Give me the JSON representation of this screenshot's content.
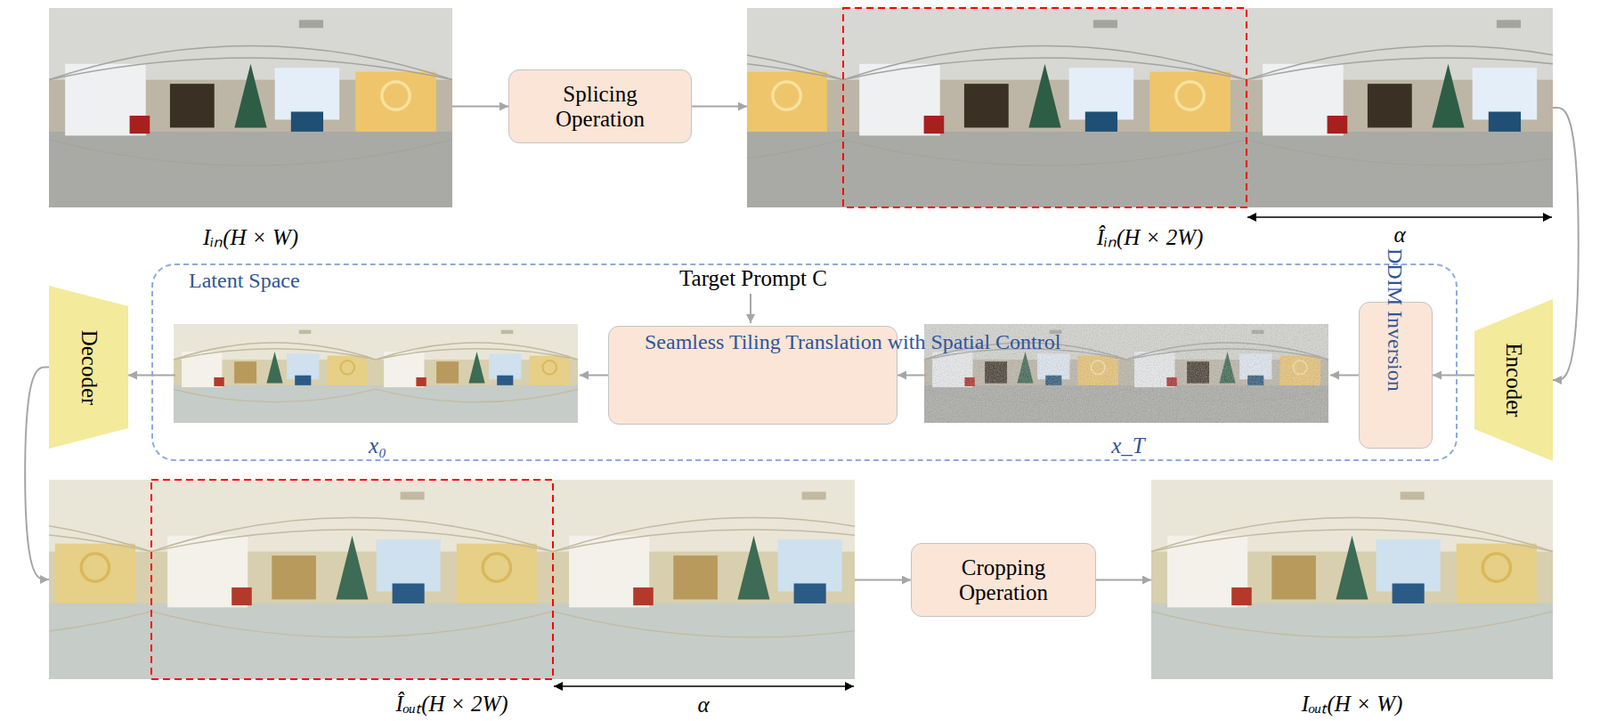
{
  "diagram": {
    "nodes": [
      {
        "text": [
          "Iᵢₙ(H × W)"
        ]
      },
      {
        "text": [
          "Splicing Operation"
        ]
      },
      {
        "text": [
          "Îᵢₙ(H × 2W)"
        ]
      },
      {
        "text": [
          "Decoder"
        ]
      },
      {
        "text": [
          "Latent Space"
        ]
      },
      {
        "text": [
          "x₀"
        ],
        "in": 4
      },
      {
        "text": [
          "Seamless Tiling Translation with Spatial Control"
        ],
        "in": 4
      },
      {
        "text": [
          "x_T"
        ],
        "in": 4
      },
      {
        "text": [
          "DDIM Inversion"
        ],
        "in": 4
      },
      {
        "text": [
          "Encoder"
        ]
      },
      {
        "text": [
          "Îₒᵤₜ(H × 2W)"
        ]
      },
      {
        "text": [
          "Cropping Operation"
        ]
      },
      {
        "text": [
          "Iₒᵤₜ(H × W)"
        ]
      }
    ],
    "edges": [
      {
        "from": 0,
        "to": 1,
        "arrow": "to"
      },
      {
        "from": 1,
        "to": 2,
        "arrow": "to"
      },
      {
        "from": 2,
        "to": 9,
        "arrow": "to"
      },
      {
        "from": 9,
        "to": 8,
        "arrow": "to"
      },
      {
        "from": 8,
        "to": 7,
        "arrow": "to"
      },
      {
        "from": 7,
        "to": 6,
        "arrow": "to"
      },
      {
        "from": 6,
        "to": 5,
        "arrow": "to"
      },
      {
        "from": 5,
        "to": 3,
        "arrow": "to"
      },
      {
        "from": 3,
        "to": 10,
        "arrow": "to"
      },
      {
        "from": 10,
        "to": 11,
        "arrow": "to"
      },
      {
        "from": 11,
        "to": 12,
        "arrow": "to"
      }
    ],
    "labels": [
      "Target Prompt C",
      "α",
      "α"
    ]
  }
}
